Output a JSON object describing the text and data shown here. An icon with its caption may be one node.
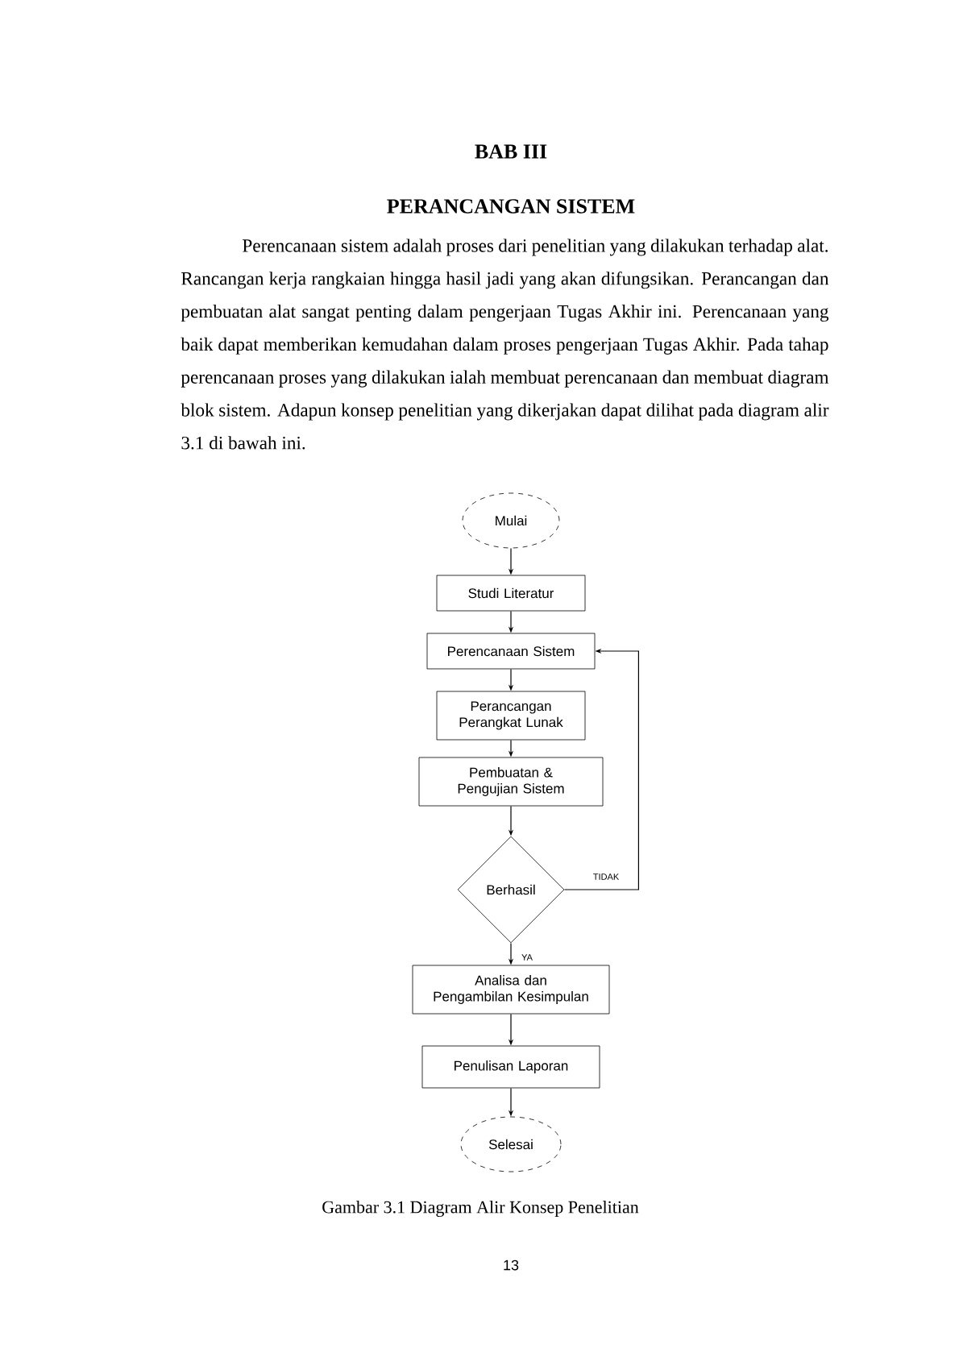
{
  "diagram": {
    "title": "BAB III",
    "nodes": [
      {
        "text": [
          "Mulai"
        ]
      },
      {
        "text": [
          "Studi Literatur"
        ]
      },
      {
        "text": [
          "Perencanaan Sistem"
        ]
      },
      {
        "text": [
          "Perancangan Perangkat Lunak"
        ]
      },
      {
        "text": [
          "Pembuatan & Pengujian Sistem"
        ]
      },
      {
        "text": [
          "Berhasil"
        ]
      },
      {
        "text": [
          "Analisa dan Pengambilan Kesimpulan"
        ]
      },
      {
        "text": [
          "Penulisan Laporan"
        ]
      },
      {
        "text": [
          "Selesai"
        ]
      }
    ],
    "edges": [
      {
        "from": 0,
        "to": 1,
        "arrow": "to"
      },
      {
        "from": 1,
        "to": 2,
        "arrow": "to"
      },
      {
        "from": 2,
        "to": 3,
        "arrow": "to"
      },
      {
        "from": 3,
        "to": 4,
        "arrow": "to"
      },
      {
        "from": 4,
        "to": 5,
        "arrow": "to"
      },
      {
        "from": 5,
        "to": 2,
        "arrow": "to",
        "label": "TIDAK"
      },
      {
        "from": 5,
        "to": 6,
        "arrow": "to",
        "label": "YA"
      },
      {
        "from": 6,
        "to": 7,
        "arrow": "to"
      },
      {
        "from": 7,
        "to": 8,
        "arrow": "to"
      }
    ],
    "labels": [
      "PERANCANGAN SISTEM",
      "Perencanaan sistem adalah proses dari penelitian yang dilakukan terhadap alat. Rancangan kerja rangkaian hingga hasil jadi yang akan difungsikan. Perancangan dan pembuatan alat sangat penting dalam pengerjaan Tugas Akhir ini. Perencanaan yang baik dapat memberikan kemudahan dalam proses pengerjaan Tugas Akhir. Pada tahap perencanaan proses yang dilakukan ialah membuat perencanaan dan membuat diagram blok sistem. Adapun konsep penelitian yang dikerjakan dapat dilihat pada diagram alir 3.1 di bawah ini.",
      "13"
    ],
    "caption": "Gambar 3.1 Diagram Alir Konsep Penelitian"
  }
}
